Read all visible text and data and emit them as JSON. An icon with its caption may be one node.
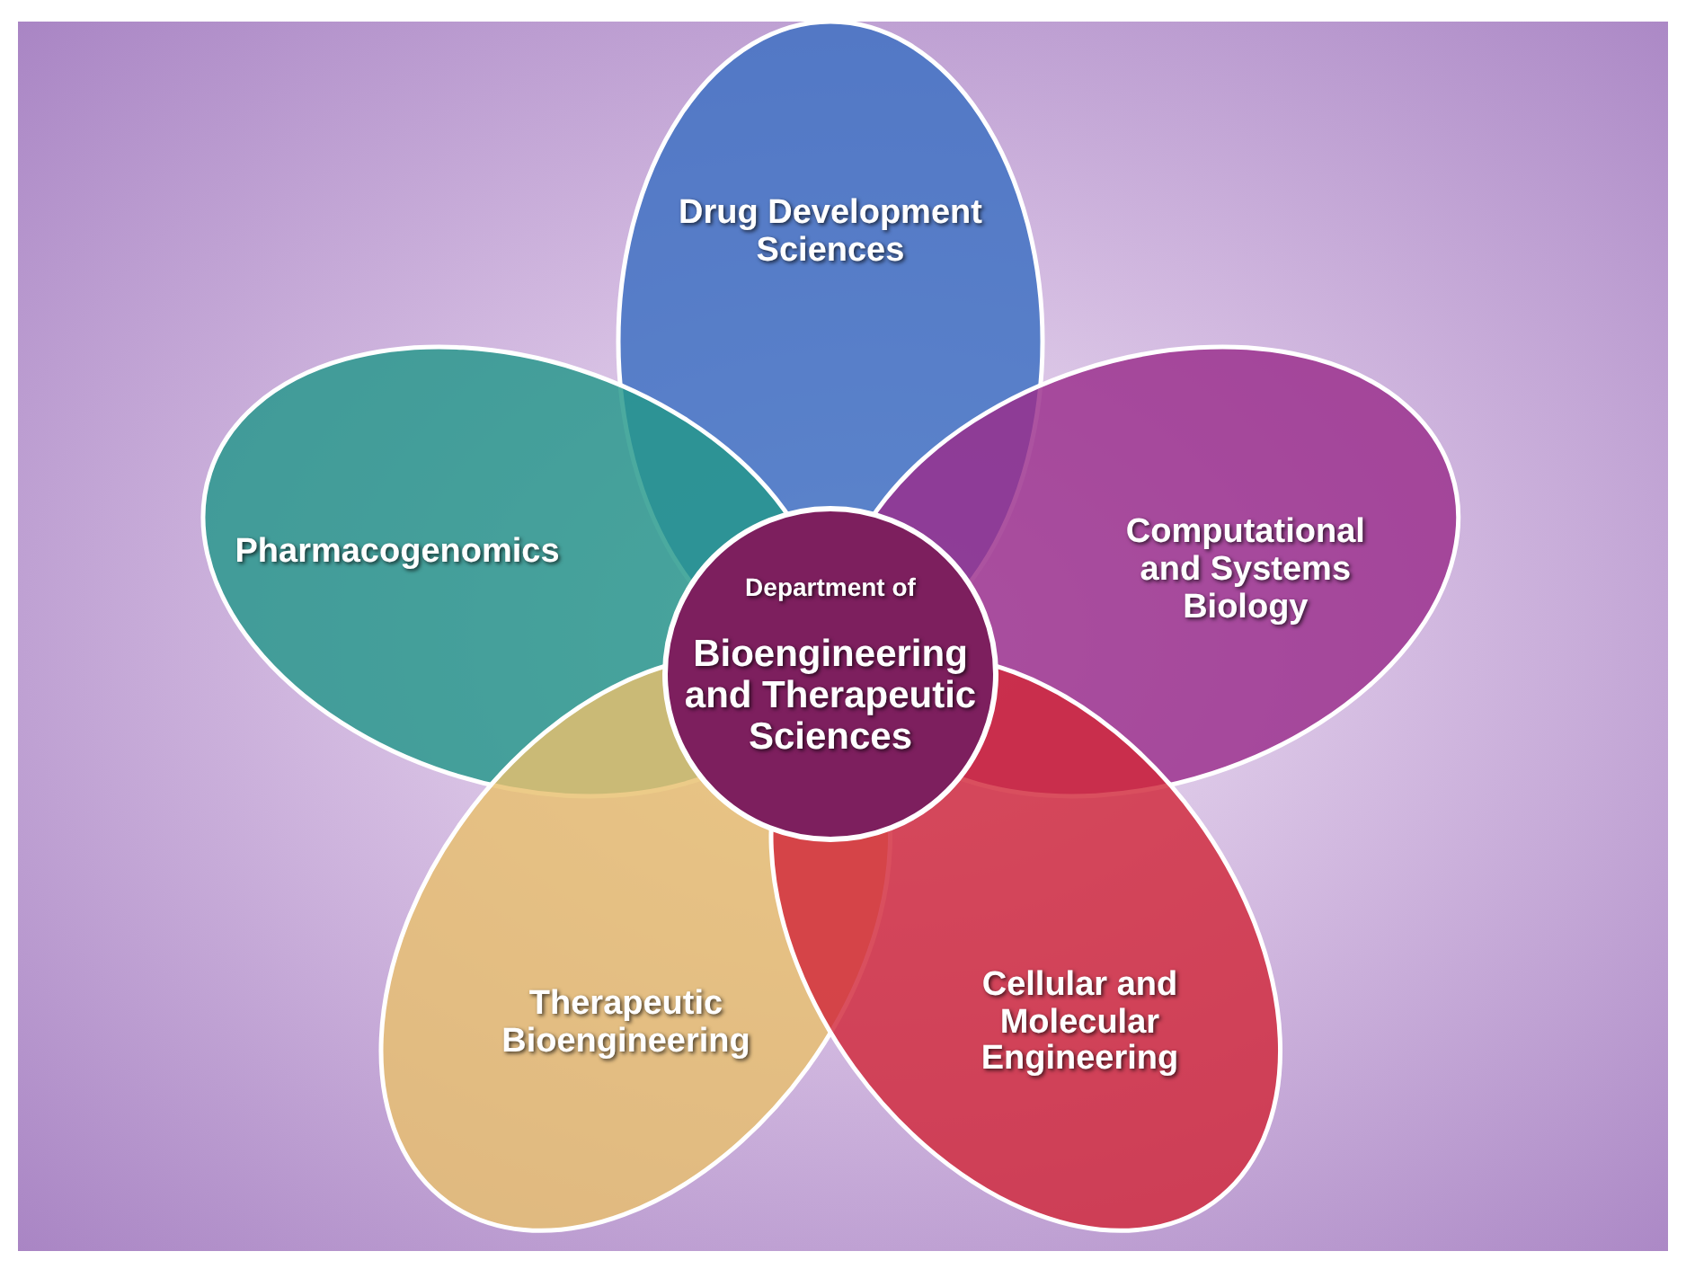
{
  "diagram": {
    "nodes": [
      {
        "text": [
          "Drug Development Sciences"
        ]
      },
      {
        "text": [
          "Pharmacogenomics"
        ]
      },
      {
        "text": [
          "Computational and Systems Biology"
        ]
      },
      {
        "text": [
          "Department of",
          "Bioengineering and Therapeutic Sciences"
        ]
      },
      {
        "text": [
          "Therapeutic Bioengineering"
        ]
      },
      {
        "text": [
          "Cellular and Molecular Engineering"
        ]
      }
    ]
  }
}
